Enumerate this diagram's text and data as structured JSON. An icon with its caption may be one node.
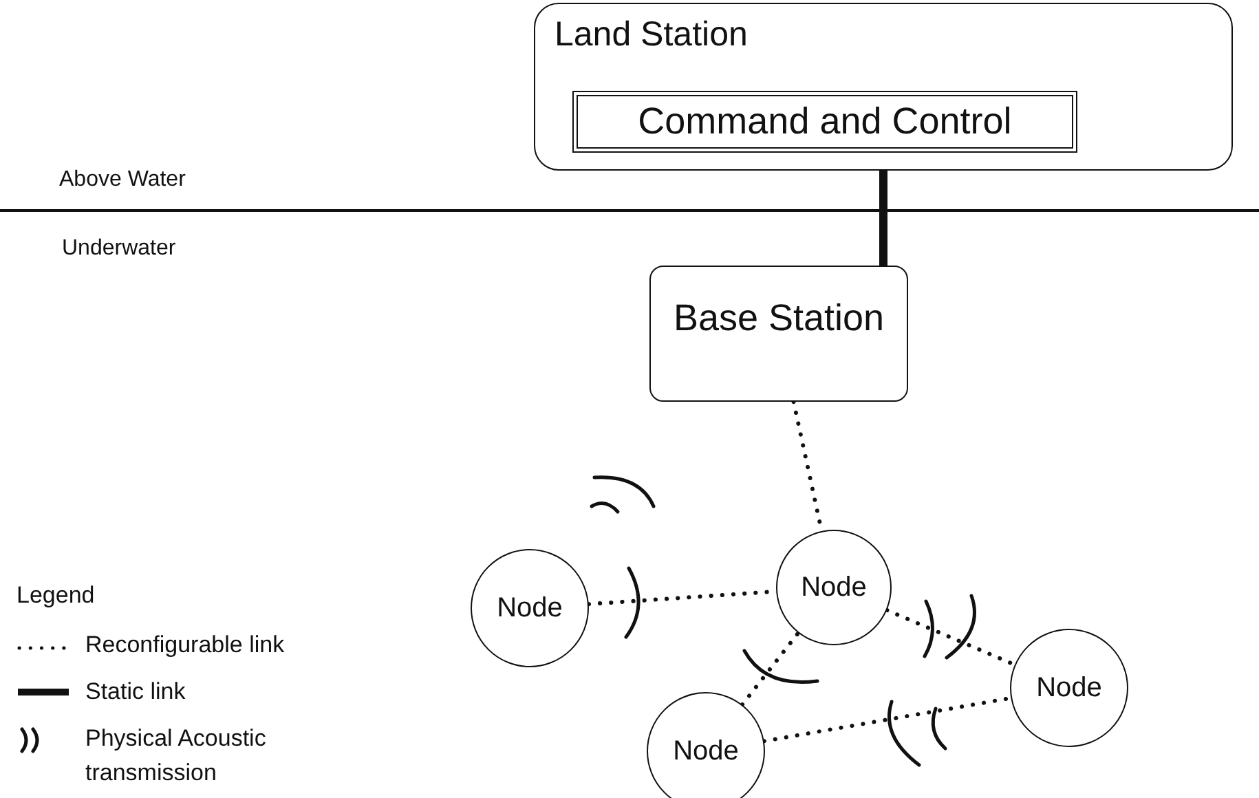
{
  "diagram": {
    "nodes": [
      {
        "text": [
          "Land Station"
        ]
      },
      {
        "text": [
          "Command and Control"
        ],
        "in": 0
      },
      {
        "text": [
          "Base Station"
        ]
      },
      {
        "text": [
          "Node"
        ]
      },
      {
        "text": [
          "Node"
        ]
      },
      {
        "text": [
          "Node"
        ]
      },
      {
        "text": [
          "Node"
        ]
      }
    ],
    "edges": [
      {
        "from": 0,
        "to": 2,
        "arrow": "none",
        "style": "thick"
      },
      {
        "from": 2,
        "to": 4,
        "arrow": "none",
        "style": "dashed"
      },
      {
        "from": 3,
        "to": 4,
        "arrow": "none",
        "style": "dashed"
      },
      {
        "from": 4,
        "to": 6,
        "arrow": "none",
        "style": "dashed"
      },
      {
        "from": 5,
        "to": 4,
        "arrow": "none",
        "style": "dashed"
      },
      {
        "from": 5,
        "to": 6,
        "arrow": "none",
        "style": "dashed"
      }
    ],
    "labels": [
      "Above Water",
      "Underwater",
      "Legend"
    ],
    "legend": [
      {
        "text": "Reconfigurable link"
      },
      {
        "text": "Static link"
      },
      {
        "text": "Physical Acoustic transmission"
      }
    ]
  }
}
